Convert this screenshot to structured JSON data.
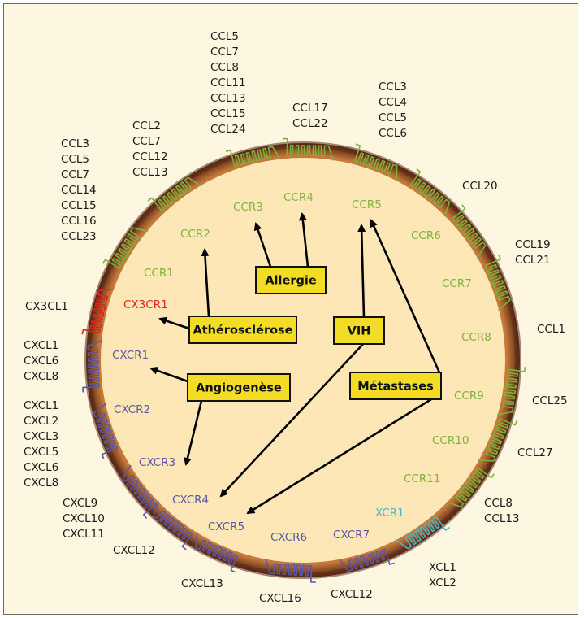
{
  "colors": {
    "background": "#fdf7e2",
    "cell_fill": "#fde7b6",
    "membrane_outer": "#5c2a16",
    "membrane_mid": "#b9642c",
    "box_fill": "#f3dc25",
    "green_receptor": "#7fb23a",
    "blue_receptor": "#5a58a6",
    "red_receptor": "#e2231a",
    "cyan_receptor": "#4ab8c8"
  },
  "receptors": [
    {
      "id": "ccr1",
      "label": "CCR1",
      "color": "green"
    },
    {
      "id": "ccr2",
      "label": "CCR2",
      "color": "green"
    },
    {
      "id": "ccr3",
      "label": "CCR3",
      "color": "green"
    },
    {
      "id": "ccr4",
      "label": "CCR4",
      "color": "green"
    },
    {
      "id": "ccr5",
      "label": "CCR5",
      "color": "green"
    },
    {
      "id": "ccr6",
      "label": "CCR6",
      "color": "green"
    },
    {
      "id": "ccr7",
      "label": "CCR7",
      "color": "green"
    },
    {
      "id": "ccr8",
      "label": "CCR8",
      "color": "green"
    },
    {
      "id": "ccr9",
      "label": "CCR9",
      "color": "green"
    },
    {
      "id": "ccr10",
      "label": "CCR10",
      "color": "green"
    },
    {
      "id": "ccr11",
      "label": "CCR11",
      "color": "green"
    },
    {
      "id": "xcr1",
      "label": "XCR1",
      "color": "cyan"
    },
    {
      "id": "cxcr7",
      "label": "CXCR7",
      "color": "blue"
    },
    {
      "id": "cxcr6",
      "label": "CXCR6",
      "color": "blue"
    },
    {
      "id": "cxcr5",
      "label": "CXCR5",
      "color": "blue"
    },
    {
      "id": "cxcr4",
      "label": "CXCR4",
      "color": "blue"
    },
    {
      "id": "cxcr3",
      "label": "CXCR3",
      "color": "blue"
    },
    {
      "id": "cxcr2",
      "label": "CXCR2",
      "color": "blue"
    },
    {
      "id": "cxcr1",
      "label": "CXCR1",
      "color": "blue"
    },
    {
      "id": "cx3cr1",
      "label": "CX3CR1",
      "color": "red"
    }
  ],
  "ligand_groups": [
    {
      "id": "ccr1-ligands",
      "lines": [
        "CCL3",
        "CCL5",
        "CCL7",
        "CCL14",
        "CCL15",
        "CCL16",
        "CCL23"
      ]
    },
    {
      "id": "ccr2-ligands",
      "lines": [
        "CCL2",
        "CCL7",
        "CCL12",
        "CCL13"
      ]
    },
    {
      "id": "ccr3-ligands",
      "lines": [
        "CCL5",
        "CCL7",
        "CCL8",
        "CCL11",
        "CCL13",
        "CCL15",
        "CCL24"
      ]
    },
    {
      "id": "ccr4-ligands",
      "lines": [
        "CCL17",
        "CCL22"
      ]
    },
    {
      "id": "ccr5-ligands",
      "lines": [
        "CCL3",
        "CCL4",
        "CCL5",
        "CCL6"
      ]
    },
    {
      "id": "ccr6-ligands",
      "lines": [
        "CCL20"
      ]
    },
    {
      "id": "ccr7-ligands",
      "lines": [
        "CCL19",
        "CCL21"
      ]
    },
    {
      "id": "ccr8-ligands",
      "lines": [
        "CCL1"
      ]
    },
    {
      "id": "ccr9-ligands",
      "lines": [
        "CCL25"
      ]
    },
    {
      "id": "ccr10-ligands",
      "lines": [
        "CCL27"
      ]
    },
    {
      "id": "ccr11-ligands",
      "lines": [
        "CCL8",
        "CCL13"
      ]
    },
    {
      "id": "xcr1-ligands",
      "lines": [
        "XCL1",
        "XCL2"
      ]
    },
    {
      "id": "cxcr7-ligands",
      "lines": [
        "CXCL12"
      ]
    },
    {
      "id": "cxcr6-ligands",
      "lines": [
        "CXCL16"
      ]
    },
    {
      "id": "cxcr5-ligands",
      "lines": [
        "CXCL13"
      ]
    },
    {
      "id": "cxcr4-ligands",
      "lines": [
        "CXCL12"
      ]
    },
    {
      "id": "cxcr3-ligands",
      "lines": [
        "CXCL9",
        "CXCL10",
        "CXCL11"
      ]
    },
    {
      "id": "cxcr2-ligands",
      "lines": [
        "CXCL1",
        "CXCL2",
        "CXCL3",
        "CXCL5",
        "CXCL6",
        "CXCL8"
      ]
    },
    {
      "id": "cxcr1-ligands",
      "lines": [
        "CXCL1",
        "CXCL6",
        "CXCL8"
      ]
    },
    {
      "id": "cx3cr1-ligands",
      "lines": [
        "CX3CL1"
      ]
    }
  ],
  "diseases": [
    {
      "id": "allergie",
      "label": "Allergie"
    },
    {
      "id": "atherosclerose",
      "label": "Athérosclérose"
    },
    {
      "id": "vih",
      "label": "VIH"
    },
    {
      "id": "angiogenese",
      "label": "Angiogenèse"
    },
    {
      "id": "metastases",
      "label": "Métastases"
    }
  ]
}
